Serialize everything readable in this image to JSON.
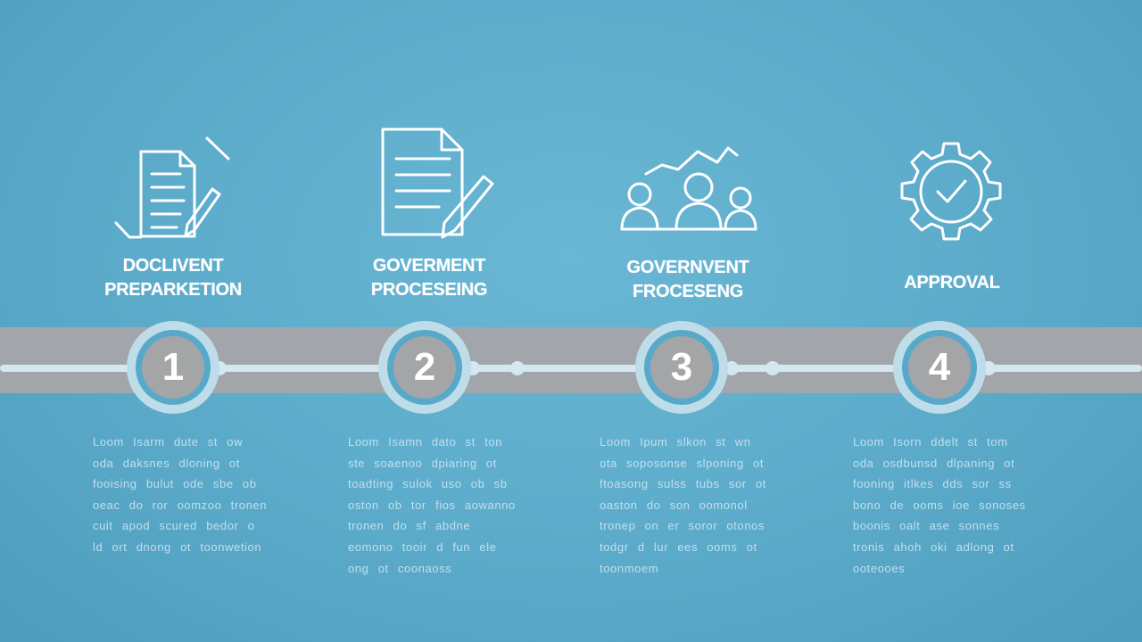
{
  "steps": [
    {
      "number": "1",
      "title_line1": "DOCLIVENT",
      "title_line2": "PREPARKETION",
      "icon": "document-pencil-icon",
      "description": "Loom Isarm dute st ow oda daksnes dloning ot fooising bulut ode sbe ob oeac do ror oomzoo tronen cuit apod scured bedor o ld ort dnong ot toonwetion"
    },
    {
      "number": "2",
      "title_line1": "GOVERMENT",
      "title_line2": "PROCESEING",
      "icon": "document-pencil-icon",
      "description": "Loom Isamn dato st ton ste soaenoo dpiaring ot toadting sulok uso ob sb oston ob tor fios aowanno tronen do sf abdne eomono tooir d fun ele ong ot coonaoss"
    },
    {
      "number": "3",
      "title_line1": "GOVERNVENT",
      "title_line2": "FROCESENG",
      "icon": "people-chart-icon",
      "description": "Loom Ipum slkon st wn ota soposonse slponing ot ftoasong sulss tubs sor ot oaston do son oomonol tronep on er soror otonos todgr d lur ees ooms ot toonmoem"
    },
    {
      "number": "4",
      "title_line1": "APPROVAL",
      "title_line2": "",
      "icon": "gear-check-icon",
      "description": "Loom Isorn ddelt st tom oda osdbunsd dlpaning ot fooning itlkes dds sor ss bono de ooms ioe sonoses boonis oalt ase sonnes tronis ahoh oki adlong ot ooteooes"
    }
  ],
  "colors": {
    "background": "#5eadcc",
    "band": "#a2a6aa",
    "rail": "#d5e8f0",
    "title": "#ffffff",
    "description": "#cde6f1"
  }
}
